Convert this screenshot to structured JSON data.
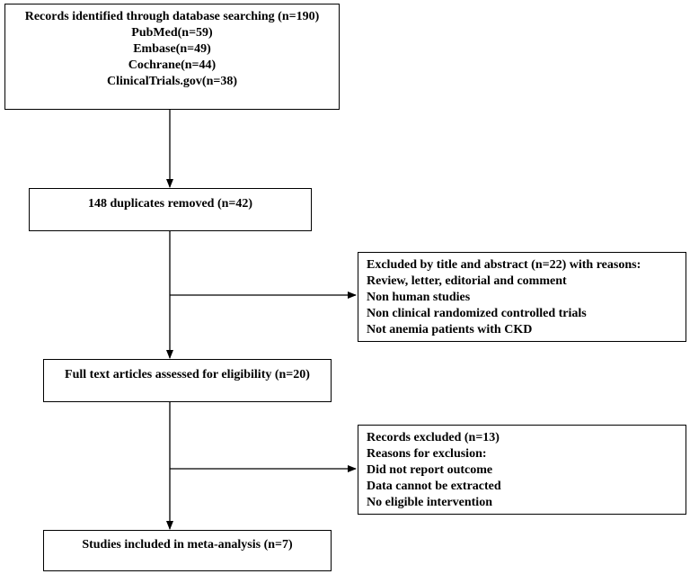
{
  "records_box": {
    "lines": [
      "Records identified through database searching (n=190)",
      "PubMed(n=59)",
      "Embase(n=49)",
      "Cochrane(n=44)",
      "ClinicalTrials.gov(n=38)"
    ]
  },
  "duplicates_box": {
    "text": "148 duplicates removed (n=42)"
  },
  "excluded_title_box": {
    "lines": [
      "Excluded by title and abstract (n=22) with reasons:",
      "Review, letter, editorial and comment",
      "Non human studies",
      "Non clinical randomized controlled trials",
      "Not anemia patients with CKD"
    ]
  },
  "fulltext_box": {
    "text": "Full text articles assessed for eligibility (n=20)"
  },
  "records_excluded_box": {
    "lines": [
      "Records excluded (n=13)",
      "Reasons for exclusion:",
      "Did not report outcome",
      "Data cannot be extracted",
      "No eligible intervention"
    ]
  },
  "included_box": {
    "text": "Studies included in meta-analysis (n=7)"
  }
}
